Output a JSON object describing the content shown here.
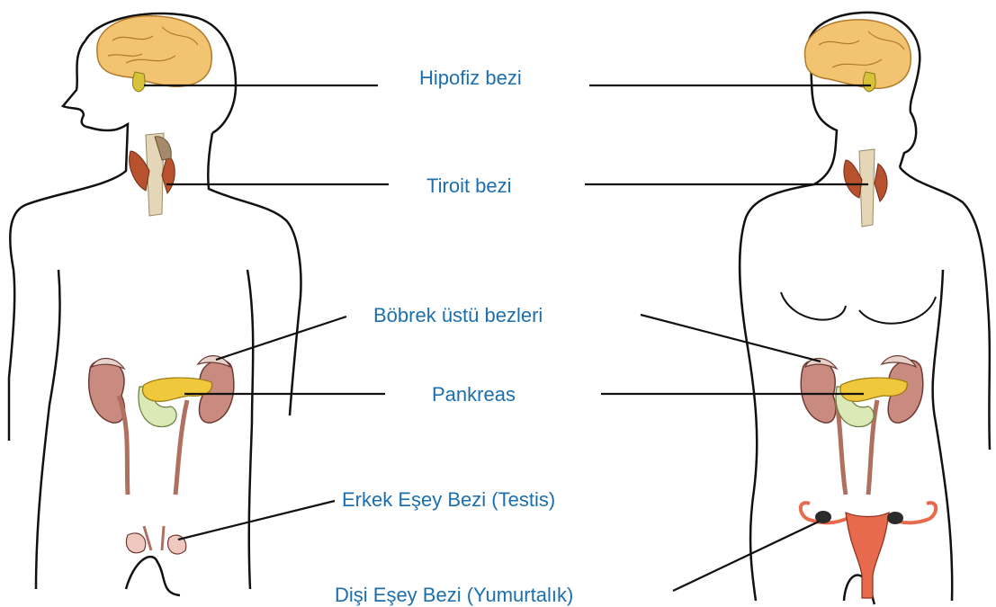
{
  "labels": {
    "pituitary": "Hipofiz bezi",
    "thyroid": "Tiroit bezi",
    "adrenal": "Böbrek üstü bezleri",
    "pancreas": "Pankreas",
    "testis": "Erkek Eşey Bezi (Testis)",
    "ovary": "Dişi Eşey Bezi (Yumurtalık)"
  },
  "colors": {
    "label_text": "#1c6fae",
    "outline": "#111111",
    "brain": "#f2c471",
    "pituitary": "#d8c23a",
    "thyroid": "#b8522e",
    "trachea": "#e4d6b6",
    "kidney": "#c98a80",
    "adrenal": "#e7d2cc",
    "pancreas": "#f0c83c",
    "duodenum": "#dbe8b8",
    "uterus": "#e86a4e",
    "testis": "#f0c8c0"
  }
}
